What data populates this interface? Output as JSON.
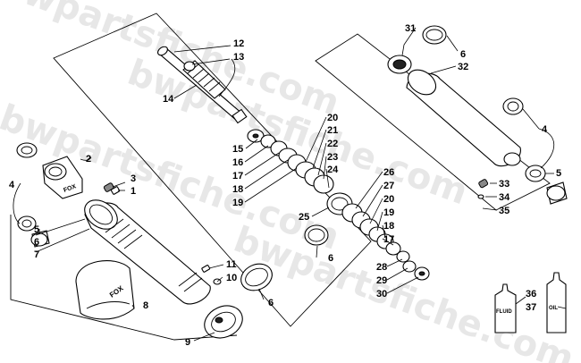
{
  "watermark": {
    "text": "bwpartsfiche.com",
    "color": "#d4d4d4"
  },
  "callouts": [
    "1",
    "2",
    "3",
    "4",
    "5",
    "6",
    "7",
    "8",
    "9",
    "10",
    "11",
    "12",
    "13",
    "14",
    "15",
    "16",
    "17",
    "18",
    "19",
    "20",
    "21",
    "22",
    "23",
    "24",
    "25",
    "26",
    "27",
    "28",
    "29",
    "30",
    "31",
    "32",
    "33",
    "34",
    "35",
    "36",
    "37"
  ],
  "logo": {
    "text": "FOX"
  },
  "bottles": {
    "fluid_label": "FLUID",
    "oil_label": "OIL"
  }
}
